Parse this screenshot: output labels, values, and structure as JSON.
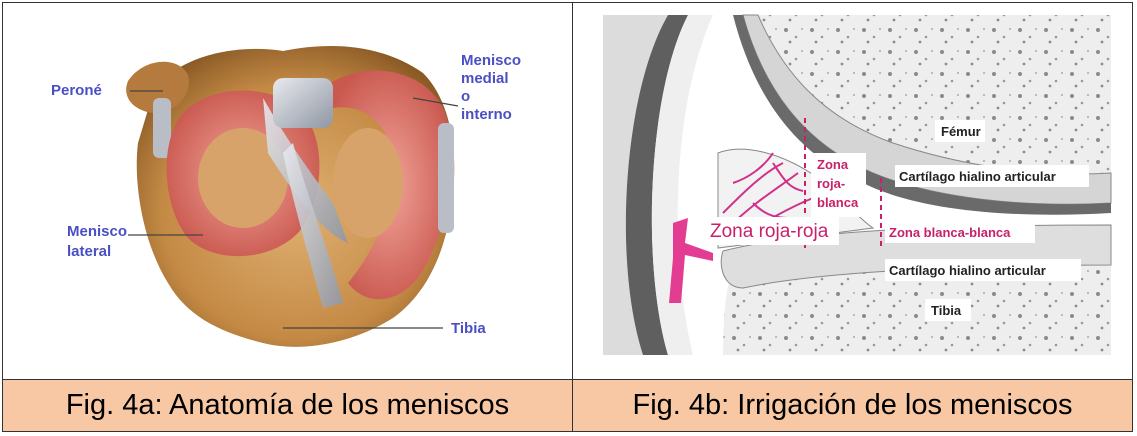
{
  "fig_a": {
    "caption": "Fig. 4a: Anatomía de los meniscos",
    "labels": {
      "perone": "Peroné",
      "menisco_medial_1": "Menisco",
      "menisco_medial_2": "medial",
      "menisco_medial_3": "o",
      "menisco_medial_4": "interno",
      "menisco_lateral_1": "Menisco",
      "menisco_lateral_2": "lateral",
      "tibia": "Tibia"
    }
  },
  "fig_b": {
    "caption": "Fig. 4b: Irrigación de los meniscos",
    "labels": {
      "femur": "Fémur",
      "cartilago_superior": "Cartílago hialino articular",
      "zona_roja_blanca_1": "Zona",
      "zona_roja_blanca_2": "roja-",
      "zona_roja_blanca_3": "blanca",
      "zona_roja_roja": "Zona roja-roja",
      "zona_blanca_blanca": "Zona blanca-blanca",
      "cartilago_inferior": "Cartílago hialino articular",
      "tibia": "Tibia"
    }
  },
  "colors": {
    "caption_bg": "#f7c8a3",
    "label_blue": "#4a4fc4",
    "label_pink": "#c8206a"
  }
}
